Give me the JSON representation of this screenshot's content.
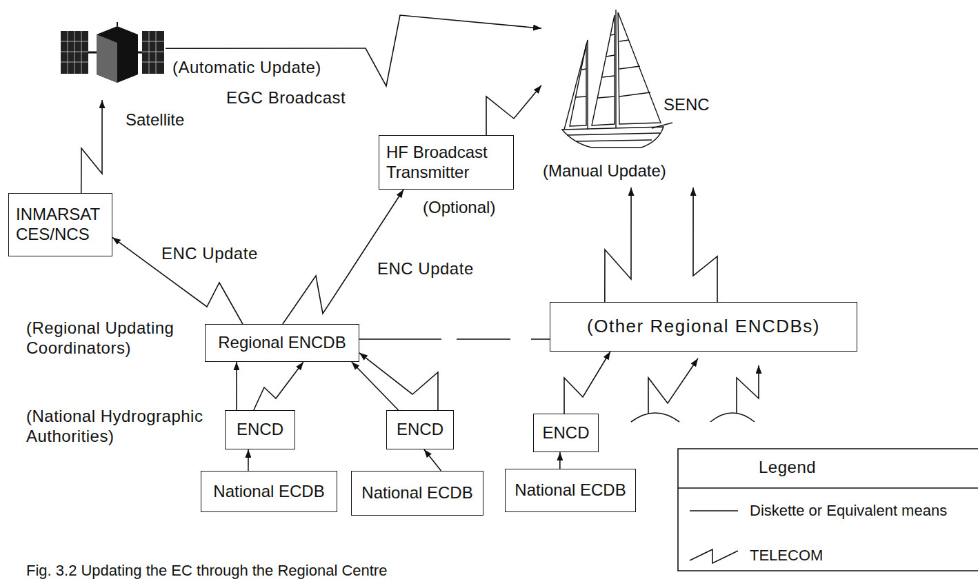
{
  "diagram": {
    "caption": "Fig. 3.2 Updating the EC through the Regional Centre",
    "nodes": [
      {
        "text": [
          "Satellite"
        ]
      },
      {
        "text": [
          "INMARSAT CES/NCS"
        ]
      },
      {
        "text": [
          "HF Broadcast Transmitter",
          "(Optional)"
        ]
      },
      {
        "text": [
          "SENC",
          "(Manual Update)"
        ]
      },
      {
        "text": [
          "Regional ENCDB"
        ]
      },
      {
        "text": [
          "(Other Regional ENCDBs)"
        ]
      },
      {
        "text": [
          "ENCD"
        ]
      },
      {
        "text": [
          "ENCD"
        ]
      },
      {
        "text": [
          "ENCD"
        ]
      },
      {
        "text": [
          "National ECDB"
        ]
      },
      {
        "text": [
          "National ECDB"
        ]
      },
      {
        "text": [
          "National ECDB"
        ]
      }
    ],
    "edges": [
      {
        "from": 1,
        "to": 0,
        "arrow": "to"
      },
      {
        "from": 0,
        "to": 3,
        "arrow": "to",
        "label": "(Automatic Update)"
      },
      {
        "from": 2,
        "to": 3,
        "arrow": "to"
      },
      {
        "from": 4,
        "to": 1,
        "arrow": "to",
        "label": "ENC Update"
      },
      {
        "from": 4,
        "to": 2,
        "arrow": "to",
        "label": "ENC Update"
      },
      {
        "from": 4,
        "to": 5,
        "arrow": "none"
      },
      {
        "from": 6,
        "to": 4,
        "arrow": "to"
      },
      {
        "from": 6,
        "to": 4,
        "arrow": "to"
      },
      {
        "from": 7,
        "to": 4,
        "arrow": "to"
      },
      {
        "from": 7,
        "to": 4,
        "arrow": "to"
      },
      {
        "from": 9,
        "to": 6,
        "arrow": "to"
      },
      {
        "from": 10,
        "to": 7,
        "arrow": "to"
      },
      {
        "from": 11,
        "to": 8,
        "arrow": "to"
      },
      {
        "from": 8,
        "to": 5,
        "arrow": "to"
      },
      {
        "from": 5,
        "to": 3,
        "arrow": "to"
      },
      {
        "from": 5,
        "to": 3,
        "arrow": "to"
      }
    ],
    "labels": [
      "EGC Broadcast",
      "(Regional Updating Coordinators)",
      "(National Hydrographic Authorities)",
      "Legend"
    ],
    "legend": [
      {
        "text": "Diskette or Equivalent means"
      },
      {
        "text": "TELECOM"
      }
    ]
  }
}
